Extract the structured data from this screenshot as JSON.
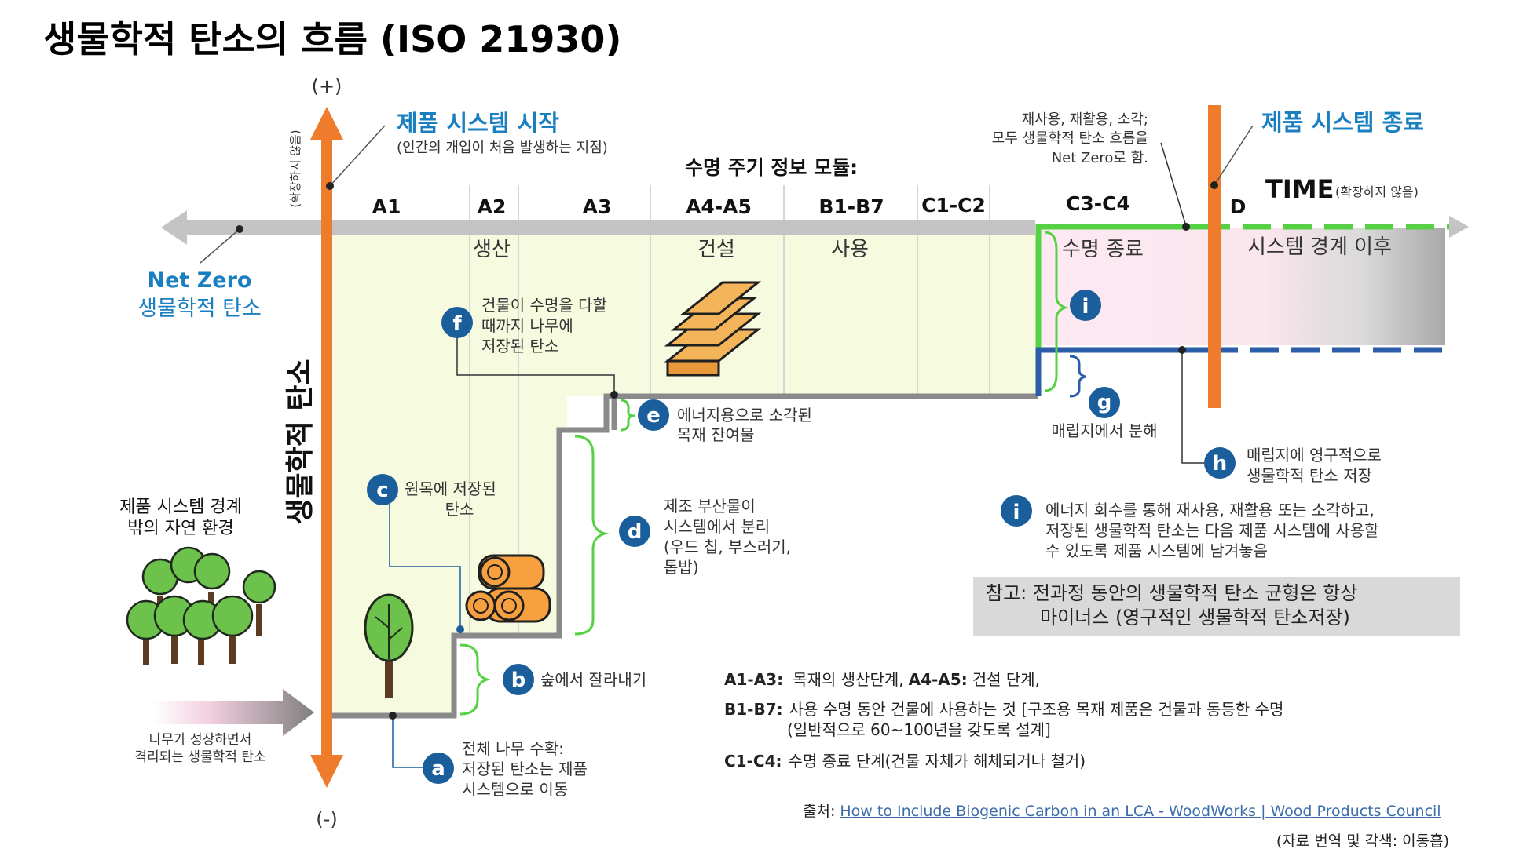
{
  "title": "생물학적 탄소의 흐름 (ISO 21930)",
  "axis": {
    "plus": "(+)",
    "minus": "(-)",
    "vertical_label": "생물학적 탄소",
    "not_to_scale_v": "(확장하지 않음)",
    "time_label": "TIME",
    "time_note": "(확장하지 않음)"
  },
  "netzero": {
    "line1": "Net Zero",
    "line2": "생물학적 탄소"
  },
  "system_start": {
    "title": "제품 시스템 시작",
    "sub": "(인간의 개입이 처음 발생하는 지점)"
  },
  "system_end": {
    "title": "제품 시스템 종료"
  },
  "modules_title": "수명 주기 정보 모듈:",
  "modules": [
    "A1",
    "A2",
    "A3",
    "A4-A5",
    "B1-B7",
    "C1-C2",
    "C3-C4",
    "D"
  ],
  "stages": {
    "production": "생산",
    "construction": "건설",
    "use": "사용",
    "eol": "수명 종료",
    "beyond": "시스템 경계 이후"
  },
  "top_note": [
    "재사용, 재활용, 소각;",
    "모두 생물학적 탄소 흐름을",
    "Net Zero로 함."
  ],
  "nature": [
    "제품 시스템 경계",
    "밖의 자연 환경"
  ],
  "growth": [
    "나무가 성장하면서",
    "격리되는 생물학적 탄소"
  ],
  "markers": {
    "a": {
      "letter": "a",
      "lines": [
        "전체 나무 수확:",
        "저장된 탄소는 제품",
        "시스템으로 이동"
      ]
    },
    "b": {
      "letter": "b",
      "lines": [
        "숲에서 잘라내기"
      ]
    },
    "c": {
      "letter": "c",
      "lines": [
        "원목에 저장된",
        "탄소"
      ]
    },
    "d": {
      "letter": "d",
      "lines": [
        "제조 부산물이",
        "시스템에서 분리",
        "(우드 칩, 부스러기,",
        "톱밥)"
      ]
    },
    "e": {
      "letter": "e",
      "lines": [
        "에너지용으로 소각된",
        "목재 잔여물"
      ]
    },
    "f": {
      "letter": "f",
      "lines": [
        "건물이 수명을 다할",
        "때까지 나무에",
        "저장된 탄소"
      ]
    },
    "g": {
      "letter": "g",
      "lines": [
        "매립지에서 분해"
      ]
    },
    "h": {
      "letter": "h",
      "lines": [
        "매립지에 영구적으로",
        "생물학적 탄소 저장"
      ]
    },
    "i": {
      "letter": "i",
      "lines": [
        "에너지 회수를 통해 재사용, 재활용 또는 소각하고,",
        "저장된 생물학적 탄소는 다음 제품 시스템에 사용할",
        "수 있도록 제품 시스템에 남겨놓음"
      ]
    }
  },
  "note_box": [
    "참고: 전과정 동안의 생물학적 탄소 균형은 항상",
    "마이너스 (영구적인 생물학적 탄소저장)"
  ],
  "legend": [
    {
      "key": "A1-A3:",
      "text": "목재의 생산단계,",
      "key2": "A4-A5:",
      "text2": "건설 단계,"
    },
    {
      "key": "B1-B7:",
      "text": "사용 수명 동안 건물에 사용하는 것 [구조용 목재 제품은 건물과 동등한 수명"
    },
    {
      "key": "",
      "text": "(일반적으로 60~100년을 갖도록 설계]"
    },
    {
      "key": "C1-C4:",
      "text": "수명 종료 단계(건물 자체가 해체되거나 철거)"
    }
  ],
  "source": {
    "label": "출처:",
    "text": "How to Include Biogenic Carbon in an LCA - WoodWorks | Wood Products Council"
  },
  "translation": "(자료 번역 및 각색: 이동흡)",
  "colors": {
    "orange": "#ef7c2c",
    "blue_text": "#1a7fc1",
    "marker": "#1a5e9c",
    "green": "#55d143",
    "navy": "#2b5da8",
    "gray_line": "#8a8a8a",
    "pale": "#f6fadf"
  }
}
